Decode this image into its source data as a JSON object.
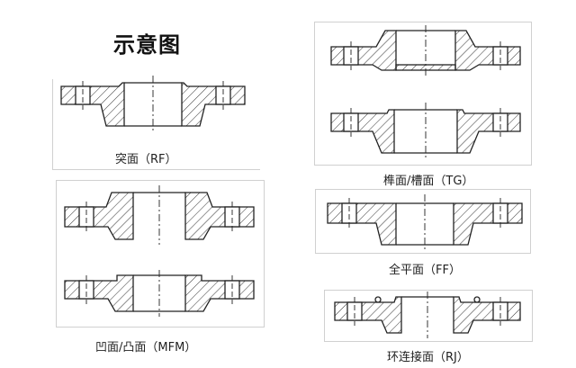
{
  "title": "示意图",
  "captions": {
    "rf": "突面（RF）",
    "tg": "榫面/槽面（TG）",
    "ff": "全平面（FF）",
    "mfm": "凹面/凸面（MFM）",
    "rj": "环连接面（RJ）"
  },
  "colors": {
    "line": "#222222",
    "hatch": "#333333",
    "frame": "#d0d0d0"
  }
}
